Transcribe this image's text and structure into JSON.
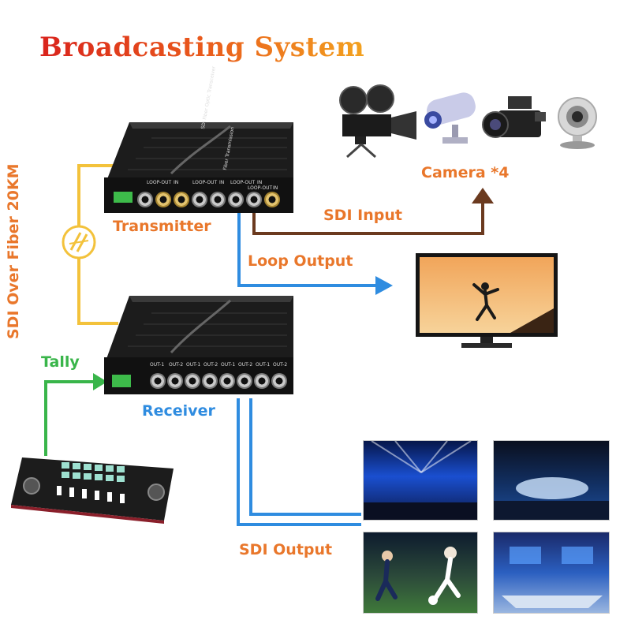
{
  "title": "Broadcasting System",
  "labels": {
    "fiber": "SDI Over Fiber 20KM",
    "transmitter": "Transmitter",
    "receiver": "Receiver",
    "tally": "Tally",
    "camera": "Camera *4",
    "sdi_input": "SDI Input",
    "loop_output": "Loop Output",
    "sdi_output": "SDI Output"
  },
  "transmitter_ports": [
    "LOOP-OUT",
    "IN",
    "LOOP-OUT",
    "IN",
    "LOOP-OUT",
    "IN",
    "LOOP-OUT",
    "IN"
  ],
  "receiver_ports": [
    "OUT-1",
    "OUT-2",
    "OUT-1",
    "OUT-2",
    "OUT-1",
    "OUT-2",
    "OUT-1",
    "OUT-2"
  ],
  "device_text": {
    "brand_strip": "SDI Fiber Optic Transceiver",
    "tx_strip": "Fiber Transmission"
  },
  "colors": {
    "fiber_line": "#f3c23b",
    "sdi_input_line": "#6b3a1f",
    "loop_line": "#2f8ce0",
    "tally_line": "#39b54a",
    "sdi_output_line": "#2f8ce0",
    "label_orange": "#e9772b",
    "label_blue": "#2f8ce0",
    "label_green": "#39b54a"
  },
  "icons": [
    "film-camera-icon",
    "cctv-camera-icon",
    "camcorder-icon",
    "webcam-icon",
    "fiber-symbol-icon",
    "tv-monitor-icon",
    "mixing-console-icon"
  ]
}
